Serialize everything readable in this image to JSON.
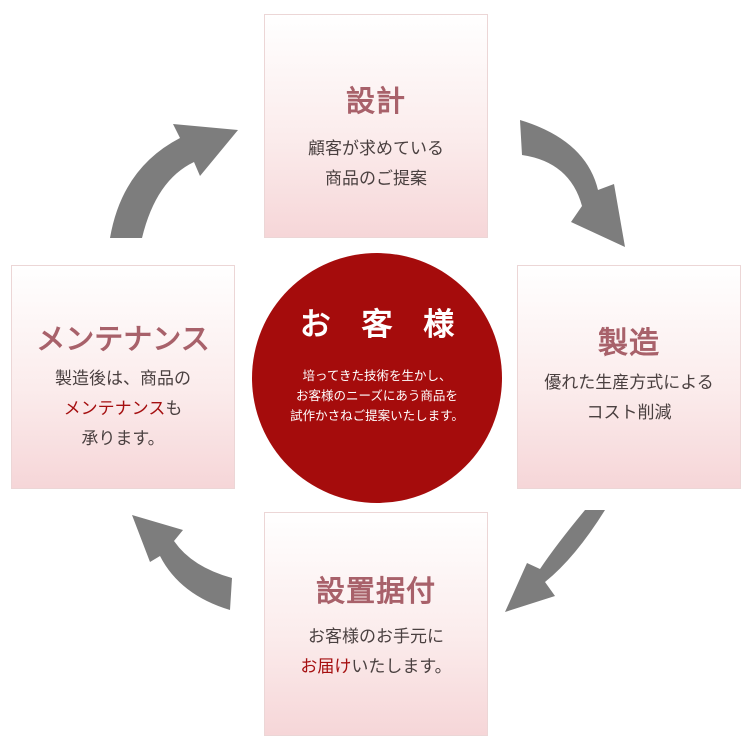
{
  "center": {
    "title": "お 客 様",
    "lines": [
      "培ってきた技術を生かし、",
      "お客様のニーズにあう商品を",
      "試作かさねご提案いたします。"
    ]
  },
  "boxes": {
    "top": {
      "title": "設計",
      "line1": "顧客が求めている",
      "line2": "商品のご提案"
    },
    "right": {
      "title": "製造",
      "line1": "優れた生産方式による",
      "line2": "コスト削減"
    },
    "bottom": {
      "title": "設置据付",
      "line1": "お客様のお手元に",
      "line2_hl": "お届け",
      "line2_rest": "いたします。"
    },
    "left": {
      "title": "メンテナンス",
      "line1": "製造後は、商品の",
      "line2_hl": "メンテナンス",
      "line2_rest": "も",
      "line3": "承ります。"
    }
  },
  "colors": {
    "accent": "#a50c0c",
    "title": "#a8616a",
    "arrow": "#7d7d7d",
    "highlight": "#a50f10"
  },
  "arrows": [
    "arrow-top-right",
    "arrow-bottom-right",
    "arrow-bottom-left",
    "arrow-top-left"
  ]
}
